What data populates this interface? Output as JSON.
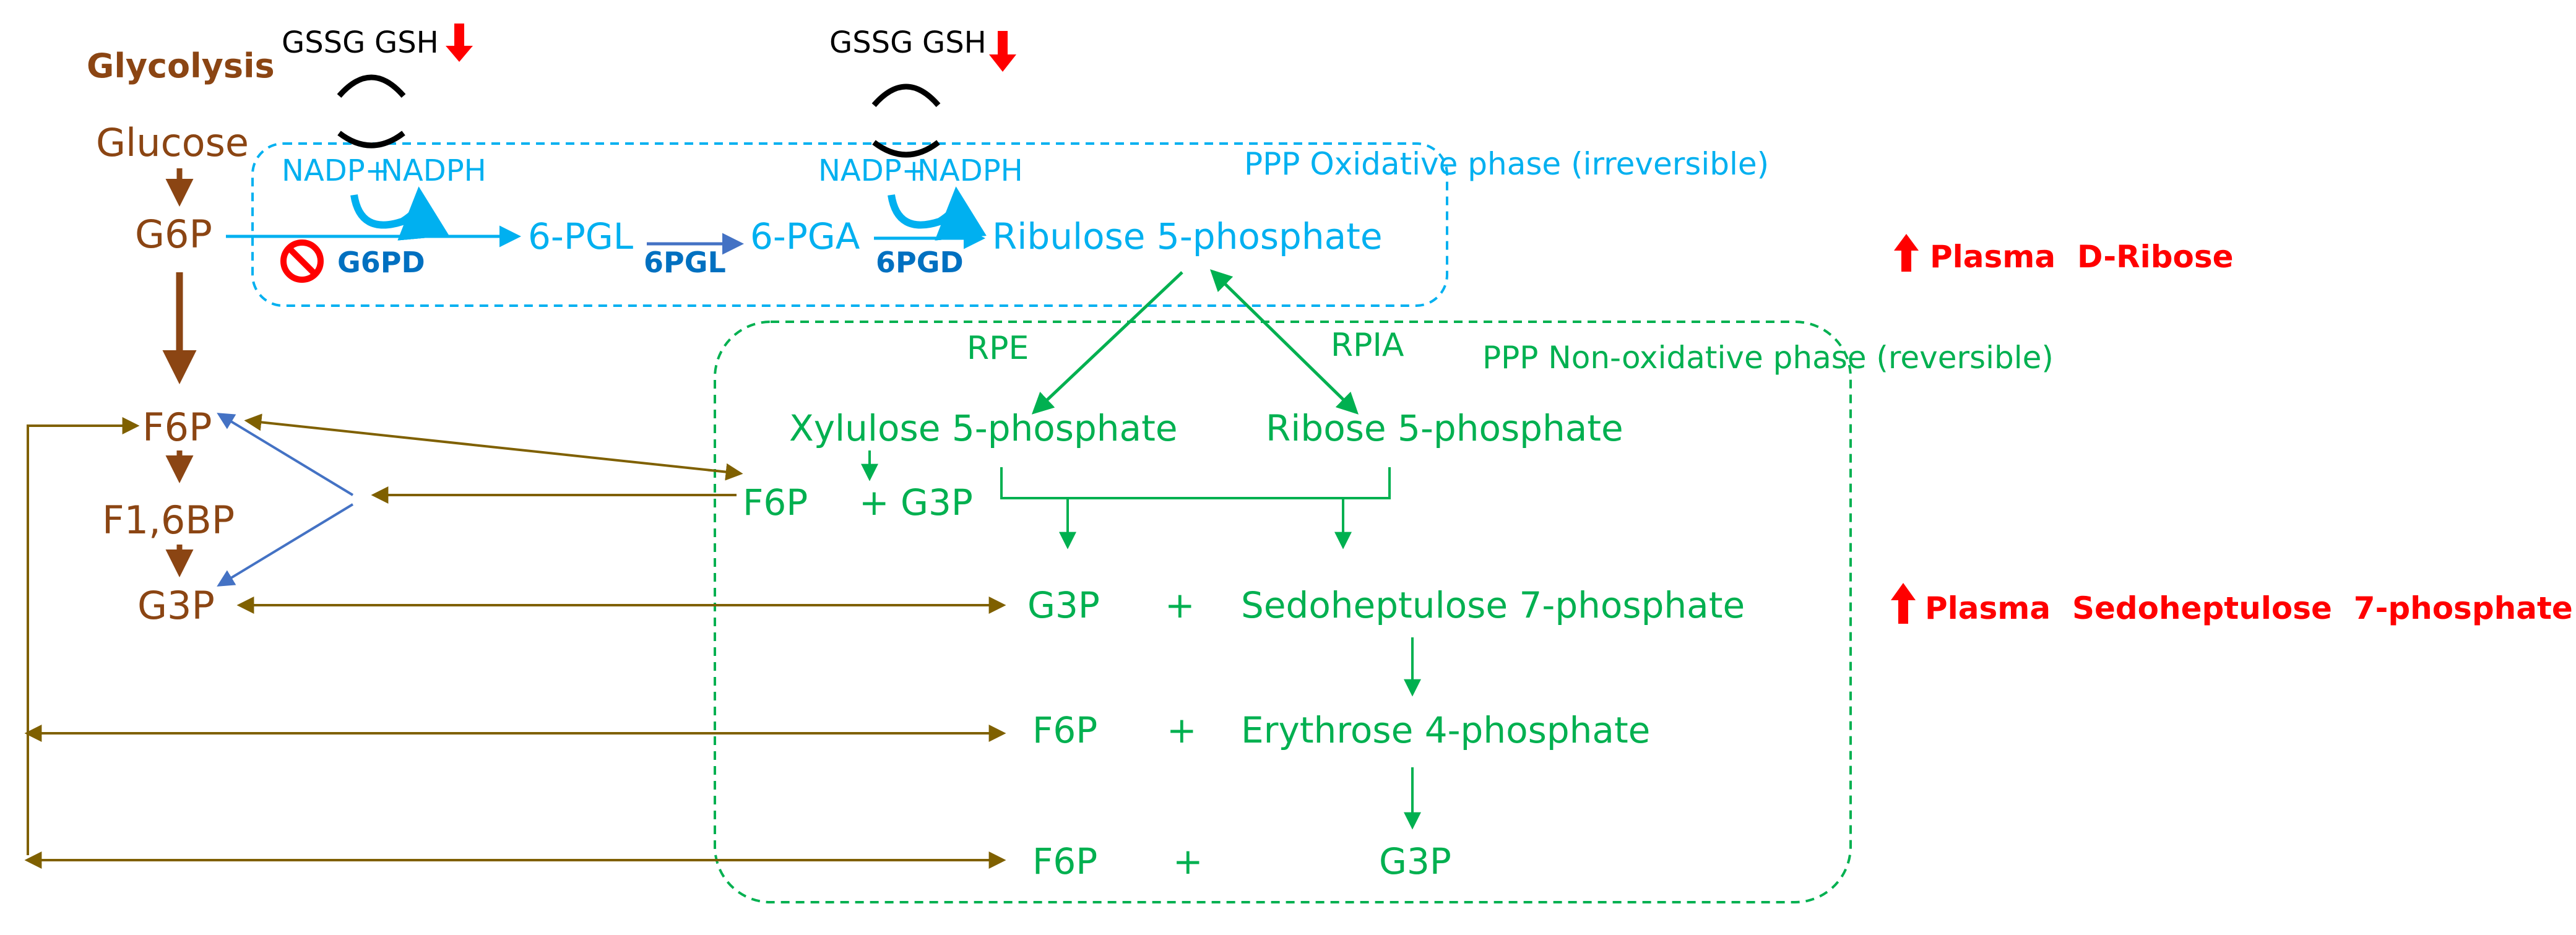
{
  "colors": {
    "glycolysis": "#8B4513",
    "oxidative": "#00B0F0",
    "oxidative_dark": "#0070C0",
    "nonoxidative": "#00B050",
    "cofactor": "#000000",
    "plasma": "#FF0000",
    "enzyme_arrow": "#4472C4",
    "exchange": "#7F6000"
  },
  "glycolysis": {
    "title": "Glycolysis",
    "glucose": "Glucose",
    "g6p": "G6P",
    "f6p": "F6P",
    "f16bp": "F1,6BP",
    "g3p": "G3P"
  },
  "cofactors": {
    "gssg_1": "GSSG",
    "gsh_1": "GSH",
    "gssg_2": "GSSG",
    "gsh_2": "GSH"
  },
  "oxidative": {
    "phase_label": "PPP Oxidative phase (irreversible)",
    "nadp_1": "NADP+",
    "nadph_1": "NADPH",
    "nadp_2": "NADP+",
    "nadph_2": "NADPH",
    "enzyme_g6pd": "G6PD",
    "pgl_6": "6-PGL",
    "enzyme_6pgl": "6PGL",
    "pga_6": "6-PGA",
    "enzyme_6pgd": "6PGD",
    "ribulose_5p": "Ribulose 5-phosphate"
  },
  "nonoxidative": {
    "phase_label": "PPP Non-oxidative phase (reversible)",
    "enzyme_rpe": "RPE",
    "enzyme_rpia": "RPIA",
    "xylulose_5p": "Xylulose 5-phosphate",
    "ribose_5p": "Ribose 5-phosphate",
    "f6p_a": "F6P",
    "plus_a": "+",
    "g3p_a": "G3P",
    "g3p_b": "G3P",
    "plus_b": "+",
    "sedoheptulose_7p": "Sedoheptulose 7-phosphate",
    "f6p_c": "F6P",
    "plus_c": "+",
    "erythrose_4p": "Erythrose 4-phosphate",
    "f6p_d": "F6P",
    "plus_d": "+",
    "g3p_d": "G3P"
  },
  "plasma": {
    "d_ribose": "Plasma  D-Ribose",
    "sedoheptulose": "Plasma  Sedoheptulose  7-phosphate"
  }
}
